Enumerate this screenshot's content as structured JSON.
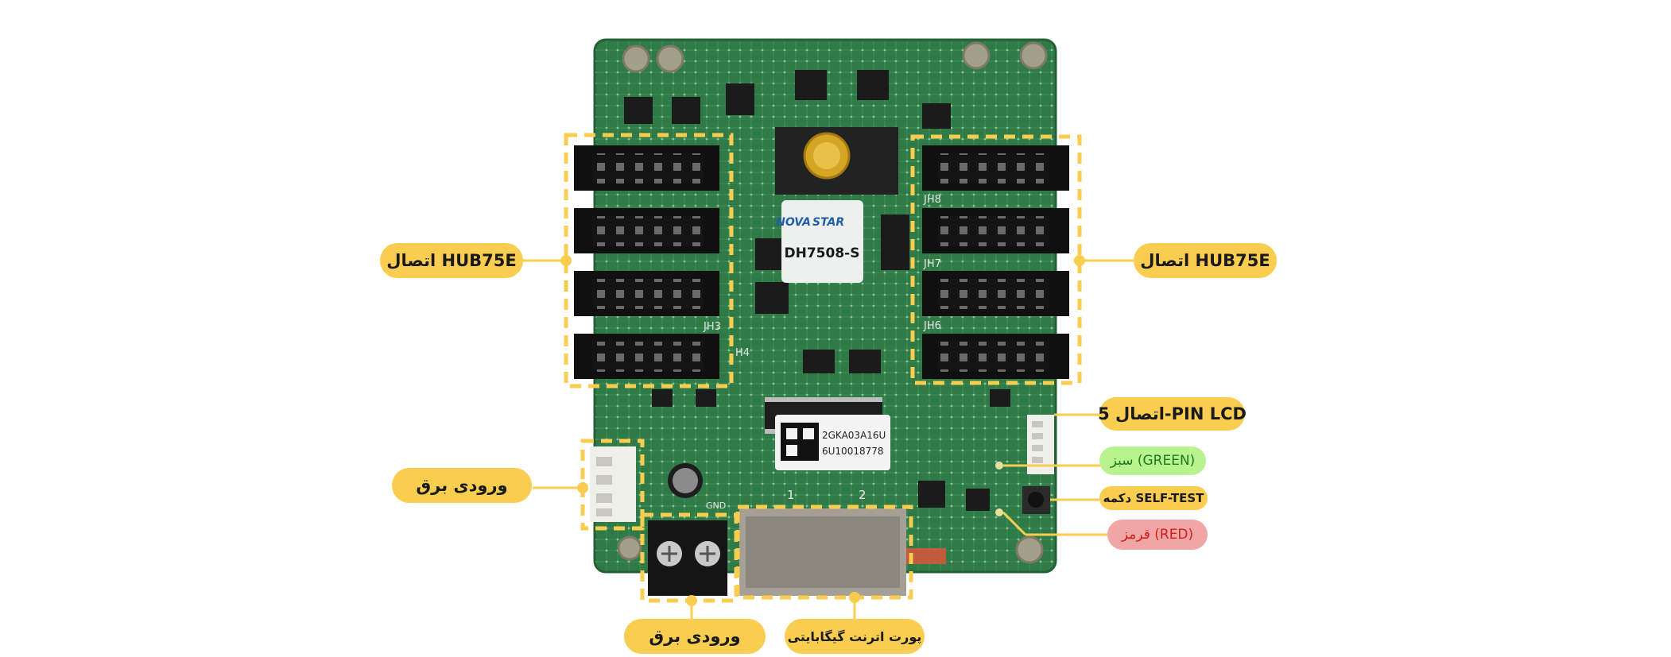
{
  "board": {
    "brand_left": "NOVA",
    "brand_right": "STAR",
    "model": "DH7508-S",
    "serial_line1": "2GKA03A16U",
    "serial_line2": "6U10018778",
    "connector_labels": {
      "jh3": "JH3",
      "jh4": "H4",
      "jh6": "JH6",
      "jh7": "JH7",
      "jh8": "JH8"
    },
    "port_numbers": {
      "p1": "1",
      "p2": "2"
    },
    "gnd": "GND"
  },
  "labels": {
    "hub75e_left": "اتصال HUB75E",
    "hub75e_right": "اتصال HUB75E",
    "lcd": "اتصال 5-PIN LCD",
    "green": "سبز (GREEN)",
    "self_test": "دکمه SELF-TEST",
    "red": "قرمز (RED)",
    "power_left": "ورودی برق",
    "power_bottom": "ورودی برق",
    "ethernet": "پورت اترنت گیگابایتی"
  },
  "colors": {
    "accent": "#f9cd4f",
    "pcb": "#2f7a46",
    "green_label": "#b9f38f",
    "red_label": "#f2a5a5"
  }
}
